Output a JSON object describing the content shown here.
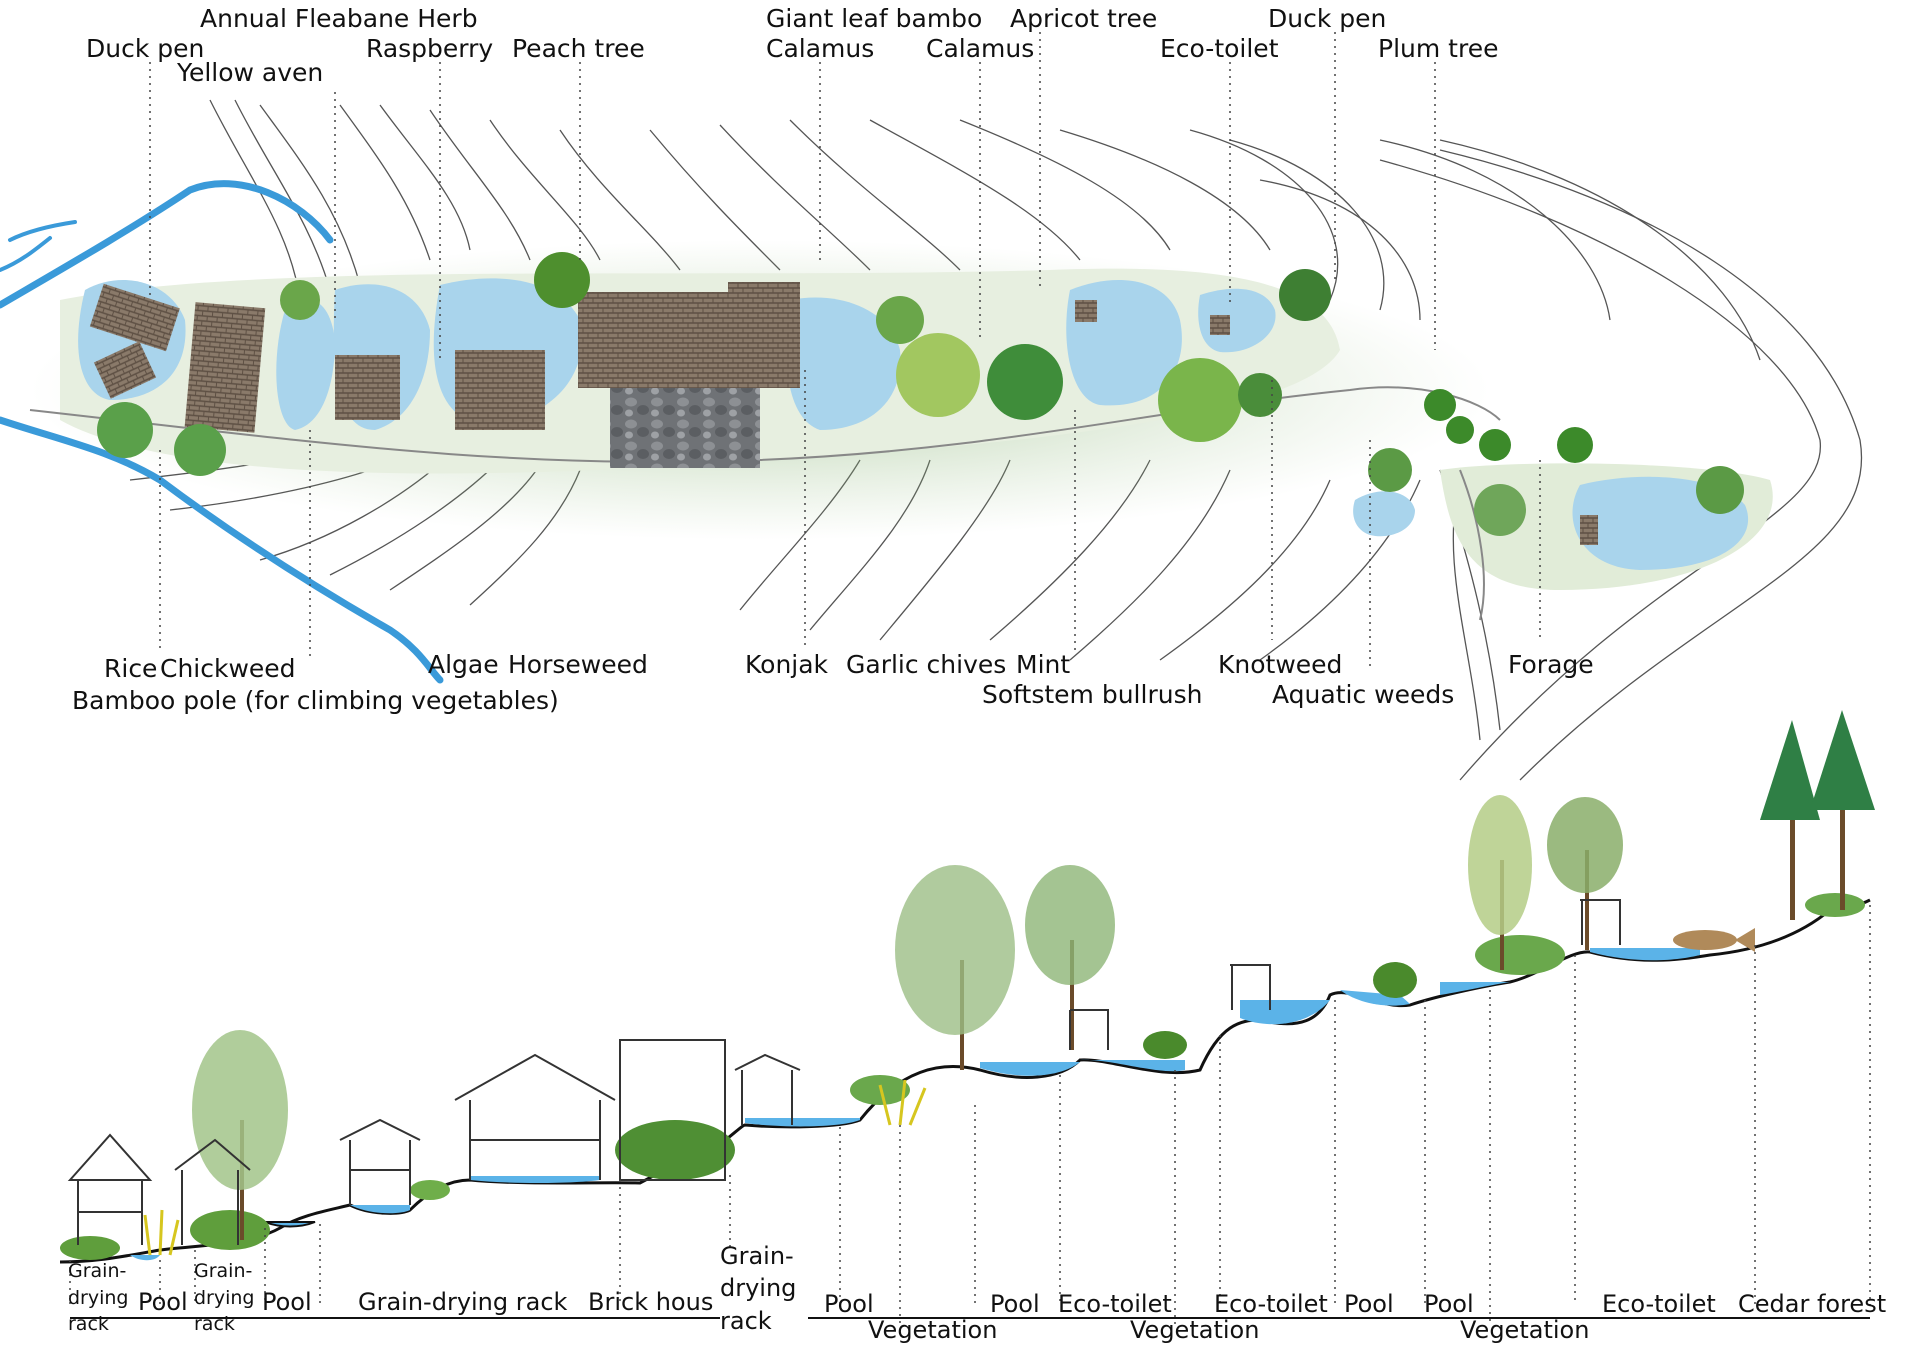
{
  "plan_labels_top": [
    "Duck pen",
    "Annual Fleabane Herb",
    "Yellow aven",
    "Raspberry",
    "Peach tree",
    "Giant leaf bambo",
    "Calamus",
    "Calamus",
    "Apricot tree",
    "Eco-toilet",
    "Duck pen",
    "Plum tree"
  ],
  "plan_labels_bottom": [
    "Rice",
    "Chickweed",
    "Bamboo pole (for climbing vegetables)",
    "Algae",
    "Horseweed",
    "Konjak",
    "Garlic chives",
    "Mint",
    "Softstem bullrush",
    "Knotweed",
    "Aquatic weeds",
    "Forage"
  ],
  "section_labels": [
    "Grain-drying rack",
    "Pool",
    "Grain-drying rack",
    "Pool",
    "Grain-drying rack",
    "Brick hous",
    "Grain-drying rack",
    "Pool",
    "Pool",
    "Eco-toilet",
    "Eco-toilet",
    "Pool",
    "Pool",
    "Eco-toilet",
    "Cedar forest"
  ],
  "section_zones": [
    "Vegetation",
    "Vegetation",
    "Vegetation"
  ],
  "colors": {
    "water": "#a9d4ec",
    "water_edge": "#2f8fd0",
    "roof": "#7a6a5c",
    "foliage": "#5f9e3c",
    "ground": "#111111"
  }
}
